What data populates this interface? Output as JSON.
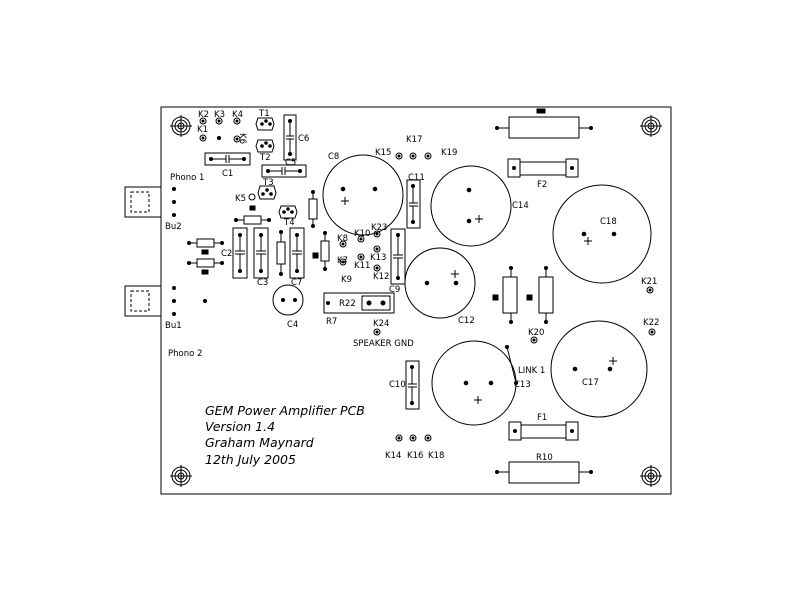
{
  "title_block": {
    "line1": "GEM Power Amplifier PCB",
    "line2": "Version 1.4",
    "line3": "Graham Maynard",
    "line4": "12th July 2005"
  },
  "connectors": {
    "phono1": "Phono 1",
    "phono2": "Phono 2",
    "bu1": "Bu1",
    "bu2": "Bu2"
  },
  "terminals": {
    "k1": "K1",
    "k2": "K2",
    "k3": "K3",
    "k4": "K4",
    "k5": "K5",
    "k6": "K6",
    "k7": "K7",
    "k8": "K8",
    "k9": "K9",
    "k10": "K10",
    "k11": "K11",
    "k12": "K12",
    "k13": "K13",
    "k14": "K14",
    "k15": "K15",
    "k16": "K16",
    "k17": "K17",
    "k18": "K18",
    "k19": "K19",
    "k20": "K20",
    "k21": "K21",
    "k22": "K22",
    "k23": "K23",
    "k24": "K24"
  },
  "transistors": {
    "t1": "T1",
    "t2": "T2",
    "t3": "T3",
    "t4": "T4"
  },
  "capacitors": {
    "c1": "C1",
    "c2": "C2",
    "c3": "C3",
    "c4": "C4",
    "c5": "C5",
    "c6": "C6",
    "c7": "C7",
    "c8": "C8",
    "c9": "C9",
    "c10": "C10",
    "c11": "C11",
    "c12": "C12",
    "c13": "C13",
    "c14": "C14",
    "c17": "C17",
    "c18": "C18"
  },
  "resistors": {
    "r7": "R7",
    "r10": "R10",
    "r22": "R22"
  },
  "fuses": {
    "f1": "F1",
    "f2": "F2"
  },
  "misc": {
    "speaker_gnd": "SPEAKER GND",
    "link1": "LINK 1",
    "plus": "+"
  }
}
